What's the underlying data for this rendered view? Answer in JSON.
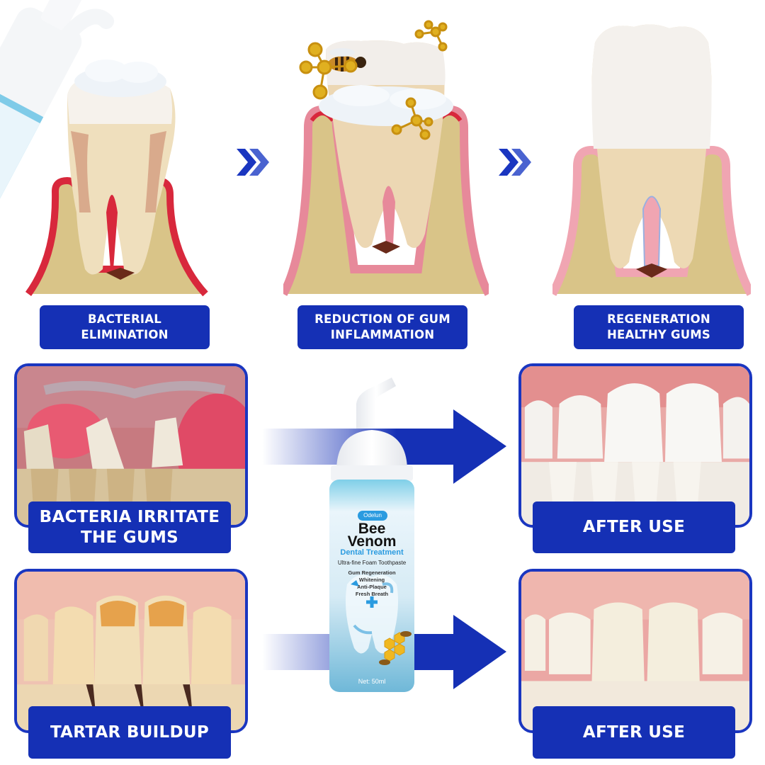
{
  "colors": {
    "brand_blue": "#1530b5",
    "panel_border": "#1a36c0",
    "bottle_accent": "#2a9be0",
    "gum_red": "#d8283c",
    "bone": "#d9c488",
    "molecule_gold": "#e0b020"
  },
  "process_steps": [
    {
      "label": "BACTERIAL\nELIMINATION",
      "illustration": "tooth-with-foam-dispensed-icon"
    },
    {
      "label": "REDUCTION OF GUM\nINFLAMMATION",
      "illustration": "tooth-with-bee-and-molecules-icon"
    },
    {
      "label": "REGENERATION\nHEALTHY GUMS",
      "illustration": "healthy-tooth-icon"
    }
  ],
  "chevrons": [
    "double-chevron-right-icon",
    "double-chevron-right-icon"
  ],
  "comparisons": [
    {
      "before_label": "BACTERIA IRRITATE\nTHE GUMS",
      "after_label": "AFTER USE"
    },
    {
      "before_label": "TARTAR BUILDUP",
      "after_label": "AFTER USE"
    }
  ],
  "product": {
    "brand": "Odelun",
    "name_line1": "Bee",
    "name_line2": "Venom",
    "subtitle": "Dental Treatment",
    "tagline": "Ultra-fine Foam Toothpaste",
    "benefits": [
      "Gum Regeneration",
      "Whitening",
      "Anti-Plaque",
      "Fresh Breath"
    ],
    "net": "Net: 50ml"
  }
}
